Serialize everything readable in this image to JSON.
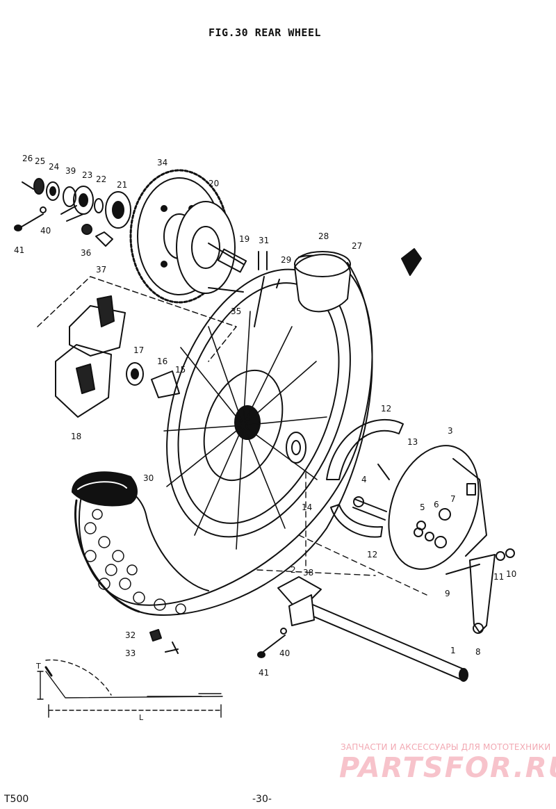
{
  "header": {
    "title": "FIG.30  REAR WHEEL"
  },
  "footer": {
    "model": "T500",
    "page": "-30-"
  },
  "watermark": {
    "top_text": "ЗАПЧАСТИ И АКСЕССУАРЫ ДЛЯ МОТОТЕХНИКИ",
    "logo_text": "PARTSFOR.RU",
    "color": "#f2a9b3"
  },
  "dimension_labels": {
    "t": "T",
    "l": "L"
  },
  "callouts": [
    "26",
    "25",
    "24",
    "39",
    "23",
    "22",
    "21",
    "34",
    "20",
    "40",
    "41",
    "36",
    "37",
    "19",
    "35",
    "31",
    "29",
    "28",
    "27",
    "17",
    "16",
    "15",
    "18",
    "30",
    "12",
    "13",
    "3",
    "4",
    "5",
    "6",
    "7",
    "14",
    "2",
    "38",
    "11",
    "10",
    "9",
    "8",
    "32",
    "33",
    "1"
  ]
}
